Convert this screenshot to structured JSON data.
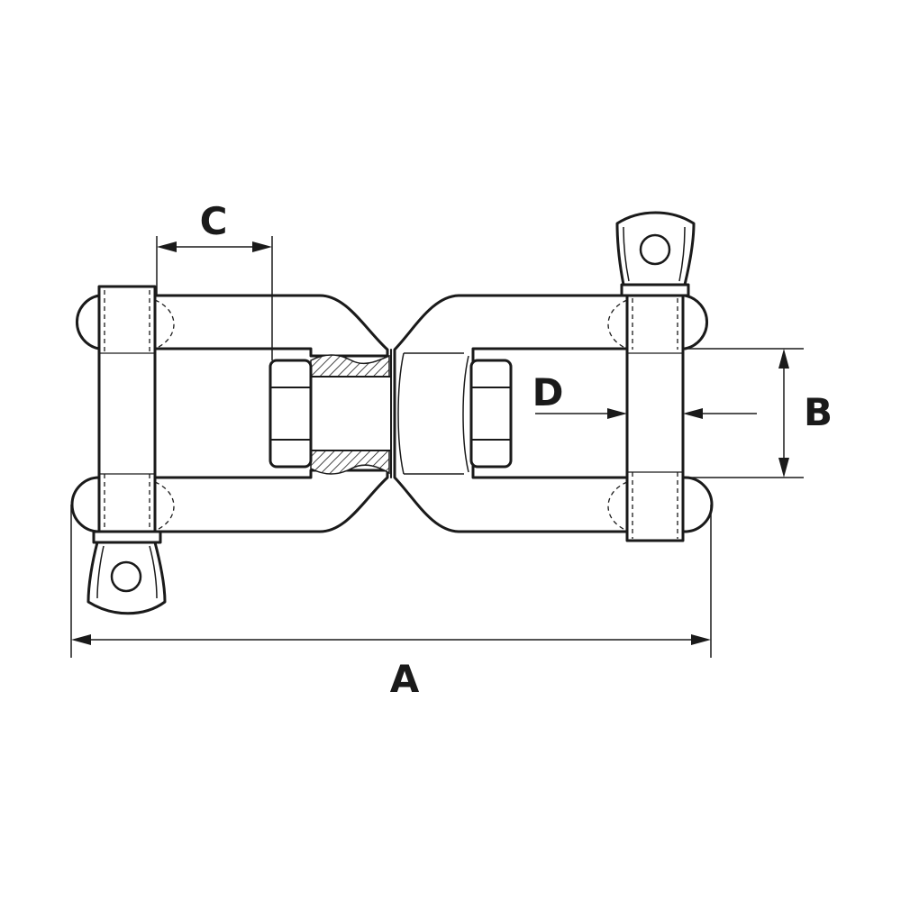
{
  "diagram": {
    "labels": {
      "a": "A",
      "b": "B",
      "c": "C",
      "d": "D"
    },
    "colors": {
      "line": "#1a1a1a",
      "background": "#ffffff"
    }
  }
}
